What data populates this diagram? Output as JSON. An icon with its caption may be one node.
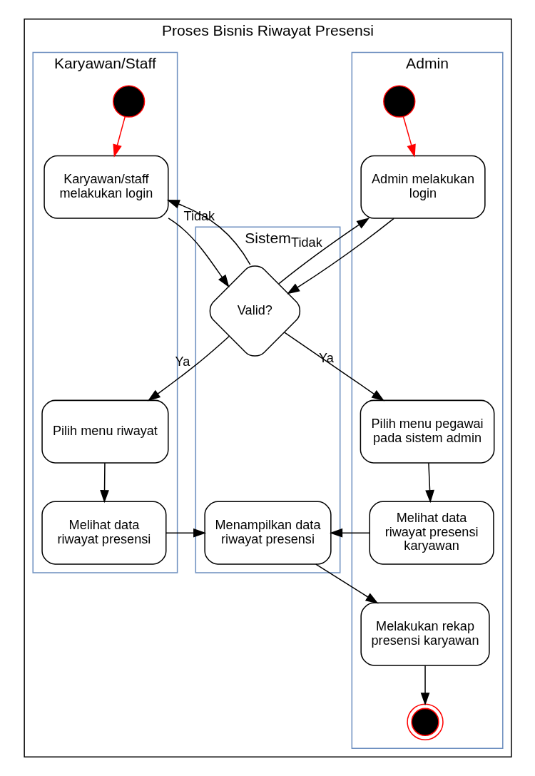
{
  "diagram": {
    "nodes": [
      {
        "text": [
          "Proses Bisnis Riwayat Presensi"
        ]
      },
      {
        "text": [
          "Karyawan/Staff"
        ],
        "in": 0
      },
      {
        "text": [
          "Sistem"
        ],
        "in": 0
      },
      {
        "text": [
          "Admin"
        ],
        "in": 0
      },
      {
        "text": [],
        "shape": "circle",
        "in": 1
      },
      {
        "text": [],
        "shape": "circle",
        "in": 3
      },
      {
        "text": [
          "Karyawan/staff melakukan login"
        ],
        "in": 1
      },
      {
        "text": [
          "Valid?"
        ],
        "in": 2
      },
      {
        "text": [
          "Admin melakukan login"
        ],
        "in": 3
      },
      {
        "text": [
          "Pilih menu riwayat"
        ],
        "in": 1
      },
      {
        "text": [
          "Pilih menu pegawai pada sistem admin"
        ],
        "in": 3
      },
      {
        "text": [
          "Melihat data riwayat presensi"
        ],
        "in": 1
      },
      {
        "text": [
          "Menampilkan data riwayat presensi"
        ],
        "in": 2
      },
      {
        "text": [
          "Melihat data riwayat presensi karyawan"
        ],
        "in": 3
      },
      {
        "text": [
          "Melakukan rekap presensi karyawan"
        ],
        "in": 3
      },
      {
        "text": [],
        "shape": "circle",
        "in": 3
      }
    ],
    "edges": [
      {
        "from": 4,
        "to": 6,
        "arrow": "to",
        "color": "#ff0000"
      },
      {
        "from": 5,
        "to": 8,
        "arrow": "to",
        "color": "#ff0000"
      },
      {
        "from": 6,
        "to": 7,
        "arrow": "to"
      },
      {
        "from": 8,
        "to": 7,
        "arrow": "to"
      },
      {
        "from": 7,
        "to": 6,
        "label": "Tidak",
        "arrow": "to"
      },
      {
        "from": 7,
        "to": 8,
        "label": "Tidak",
        "arrow": "to"
      },
      {
        "from": 7,
        "to": 9,
        "label": "Ya",
        "arrow": "to"
      },
      {
        "from": 7,
        "to": 10,
        "label": "Ya",
        "arrow": "to"
      },
      {
        "from": 9,
        "to": 11,
        "arrow": "to"
      },
      {
        "from": 10,
        "to": 13,
        "arrow": "to"
      },
      {
        "from": 11,
        "to": 12,
        "arrow": "to"
      },
      {
        "from": 13,
        "to": 12,
        "arrow": "to"
      },
      {
        "from": 12,
        "to": 14,
        "arrow": "to"
      },
      {
        "from": 14,
        "to": 15,
        "arrow": "to"
      }
    ]
  }
}
